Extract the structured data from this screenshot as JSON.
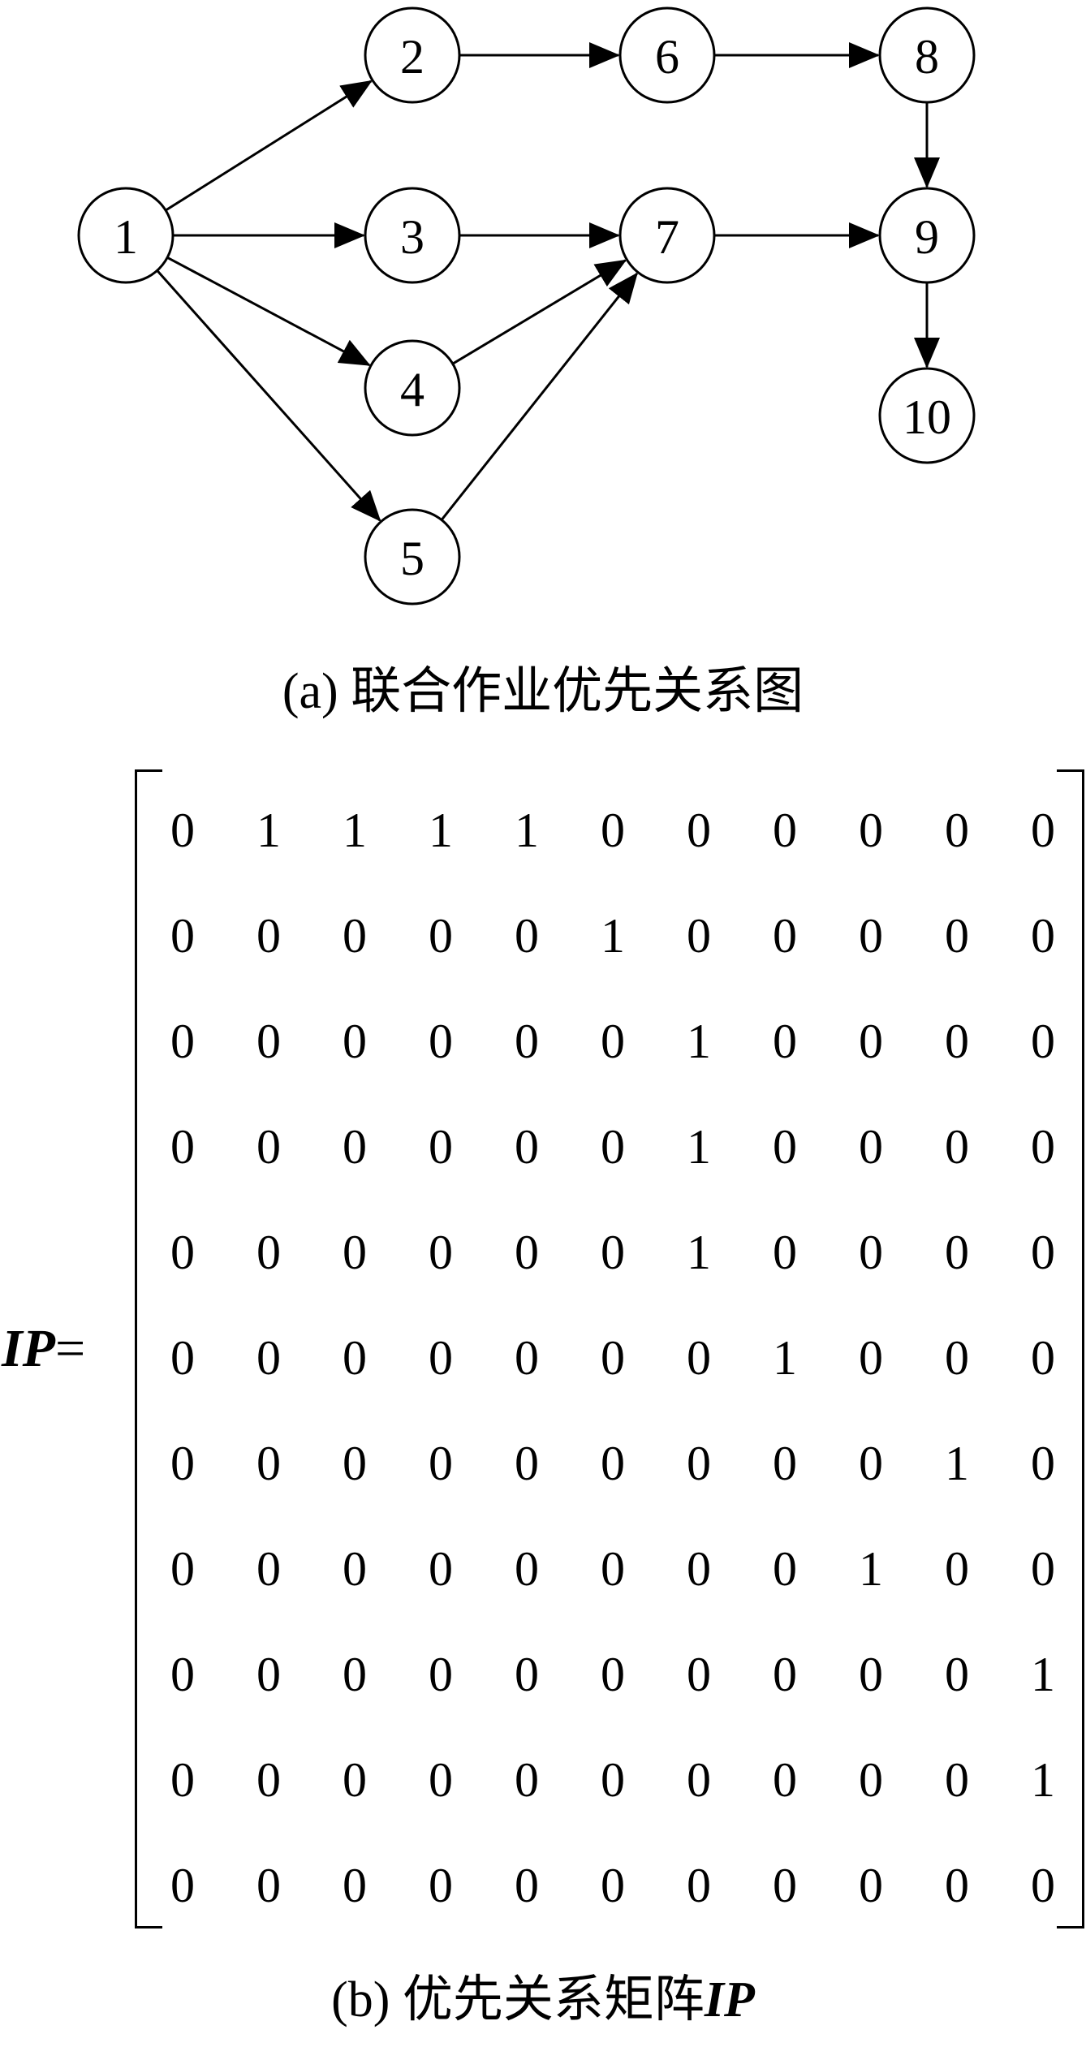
{
  "graph": {
    "nodes": [
      {
        "id": "1",
        "label": "1"
      },
      {
        "id": "2",
        "label": "2"
      },
      {
        "id": "3",
        "label": "3"
      },
      {
        "id": "4",
        "label": "4"
      },
      {
        "id": "5",
        "label": "5"
      },
      {
        "id": "6",
        "label": "6"
      },
      {
        "id": "7",
        "label": "7"
      },
      {
        "id": "8",
        "label": "8"
      },
      {
        "id": "9",
        "label": "9"
      },
      {
        "id": "10",
        "label": "10"
      }
    ],
    "edges": [
      {
        "from": "1",
        "to": "2"
      },
      {
        "from": "1",
        "to": "3"
      },
      {
        "from": "1",
        "to": "4"
      },
      {
        "from": "1",
        "to": "5"
      },
      {
        "from": "2",
        "to": "6"
      },
      {
        "from": "6",
        "to": "8"
      },
      {
        "from": "3",
        "to": "7"
      },
      {
        "from": "4",
        "to": "7"
      },
      {
        "from": "5",
        "to": "7"
      },
      {
        "from": "7",
        "to": "9"
      },
      {
        "from": "8",
        "to": "9"
      },
      {
        "from": "9",
        "to": "10"
      }
    ]
  },
  "caption_a": "(a) 联合作业优先关系图",
  "matrix": {
    "label_bold": "IP",
    "label_suffix": "=",
    "rows": [
      [
        "0",
        "1",
        "1",
        "1",
        "1",
        "0",
        "0",
        "0",
        "0",
        "0",
        "0"
      ],
      [
        "0",
        "0",
        "0",
        "0",
        "0",
        "1",
        "0",
        "0",
        "0",
        "0",
        "0"
      ],
      [
        "0",
        "0",
        "0",
        "0",
        "0",
        "0",
        "1",
        "0",
        "0",
        "0",
        "0"
      ],
      [
        "0",
        "0",
        "0",
        "0",
        "0",
        "0",
        "1",
        "0",
        "0",
        "0",
        "0"
      ],
      [
        "0",
        "0",
        "0",
        "0",
        "0",
        "0",
        "1",
        "0",
        "0",
        "0",
        "0"
      ],
      [
        "0",
        "0",
        "0",
        "0",
        "0",
        "0",
        "0",
        "1",
        "0",
        "0",
        "0"
      ],
      [
        "0",
        "0",
        "0",
        "0",
        "0",
        "0",
        "0",
        "0",
        "0",
        "1",
        "0"
      ],
      [
        "0",
        "0",
        "0",
        "0",
        "0",
        "0",
        "0",
        "0",
        "1",
        "0",
        "0"
      ],
      [
        "0",
        "0",
        "0",
        "0",
        "0",
        "0",
        "0",
        "0",
        "0",
        "0",
        "1"
      ],
      [
        "0",
        "0",
        "0",
        "0",
        "0",
        "0",
        "0",
        "0",
        "0",
        "0",
        "1"
      ],
      [
        "0",
        "0",
        "0",
        "0",
        "0",
        "0",
        "0",
        "0",
        "0",
        "0",
        "0"
      ]
    ]
  },
  "caption_b": {
    "prefix": "(b) 优先关系矩阵",
    "bold": "IP"
  }
}
